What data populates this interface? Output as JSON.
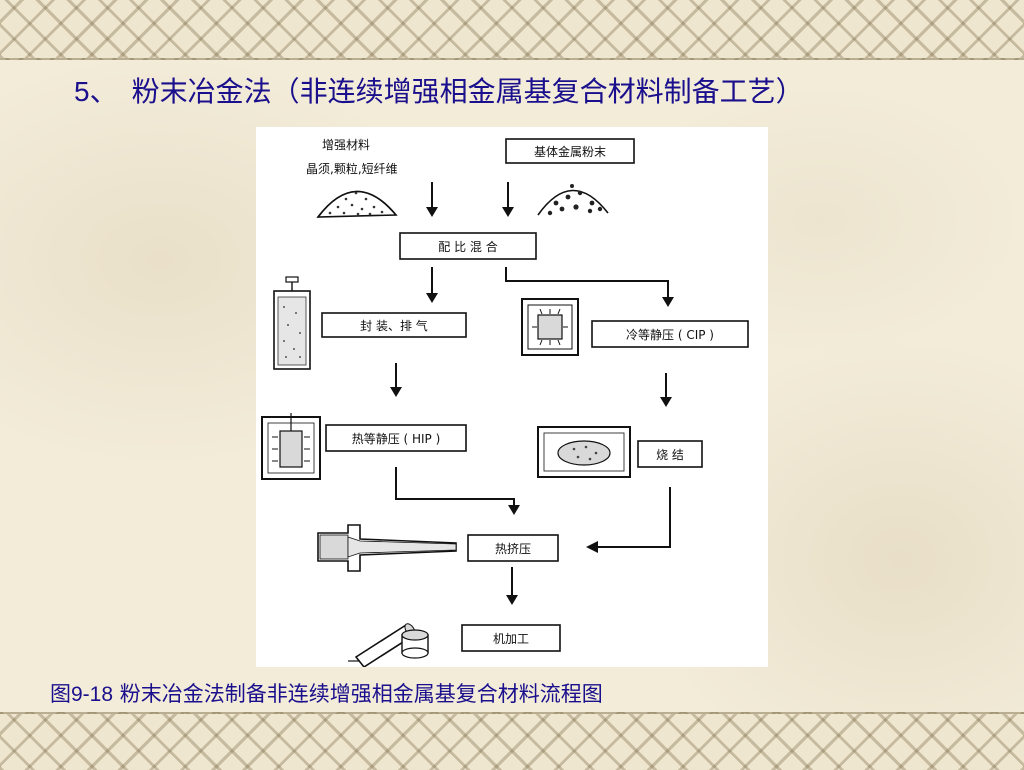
{
  "slide": {
    "title_number": "5、",
    "title_text": "粉末冶金法（非连续增强相金属基复合材料制备工艺）",
    "caption_number": "图9-18",
    "caption_text": " 粉末冶金法制备非连续增强相金属基复合材料流程图"
  },
  "diagram": {
    "reinforcement_label_1": "增强材料",
    "reinforcement_label_2": "晶须,颗粒,短纤维",
    "matrix_powder": "基体金属粉末",
    "mixing": "配 比 混 合",
    "canning": "封 装、排 气",
    "cip": "冷等静压 ( CIP )",
    "hip": "热等静压 ( HIP )",
    "sintering": "烧 结",
    "hot_extrusion": "热挤压",
    "machining": "机加工"
  }
}
